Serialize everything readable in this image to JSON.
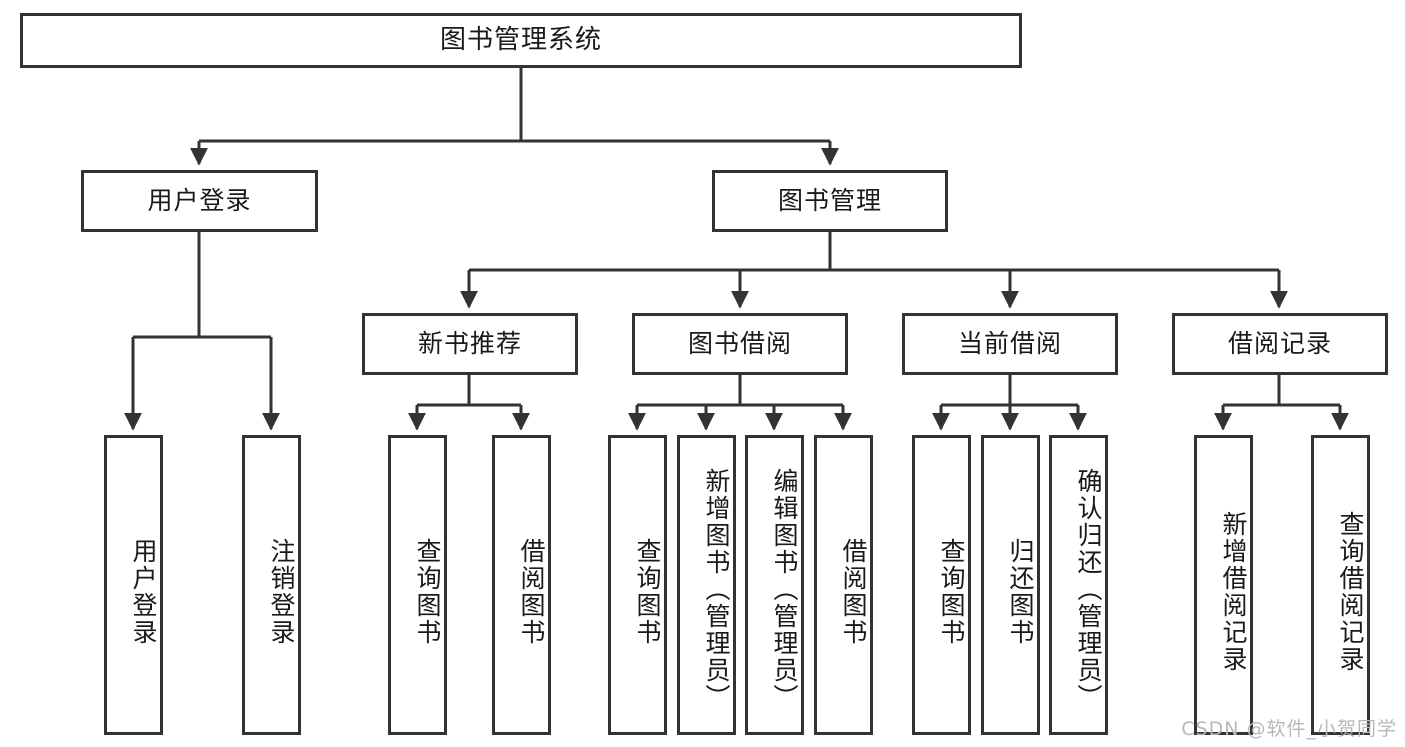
{
  "diagram": {
    "title": "图书管理系统",
    "type": "tree-hierarchy-chart",
    "root": {
      "label": "图书管理系统"
    },
    "level2": [
      {
        "key": "user-login",
        "label": "用户登录"
      },
      {
        "key": "book-management",
        "label": "图书管理"
      }
    ],
    "level3": [
      {
        "key": "new-book-recommend",
        "label": "新书推荐"
      },
      {
        "key": "book-borrow",
        "label": "图书借阅"
      },
      {
        "key": "current-borrow",
        "label": "当前借阅"
      },
      {
        "key": "borrow-record",
        "label": "借阅记录"
      }
    ],
    "leaves": {
      "user_login": [
        {
          "key": "user-login-leaf",
          "label": "用户登录"
        },
        {
          "key": "logout-leaf",
          "label": "注销登录"
        }
      ],
      "new_book_recommend": [
        {
          "key": "query-book-1",
          "label": "查询图书"
        },
        {
          "key": "borrow-book-1",
          "label": "借阅图书"
        }
      ],
      "book_borrow": [
        {
          "key": "query-book-2",
          "label": "查询图书"
        },
        {
          "key": "add-book",
          "label": "新增图书（管理员）"
        },
        {
          "key": "edit-book",
          "label": "编辑图书（管理员）"
        },
        {
          "key": "borrow-book-2",
          "label": "借阅图书"
        }
      ],
      "current_borrow": [
        {
          "key": "query-book-3",
          "label": "查询图书"
        },
        {
          "key": "return-book",
          "label": "归还图书"
        },
        {
          "key": "confirm-return",
          "label": "确认归还（管理员）"
        }
      ],
      "borrow_record": [
        {
          "key": "add-borrow-record",
          "label": "新增借阅记录"
        },
        {
          "key": "query-borrow-record",
          "label": "查询借阅记录"
        }
      ]
    },
    "watermark": "CSDN @软件_小贺同学",
    "colors": {
      "stroke": "#333333",
      "fill": "#ffffff",
      "text": "#1a1a1a",
      "watermark": "#b8b8b8"
    }
  }
}
